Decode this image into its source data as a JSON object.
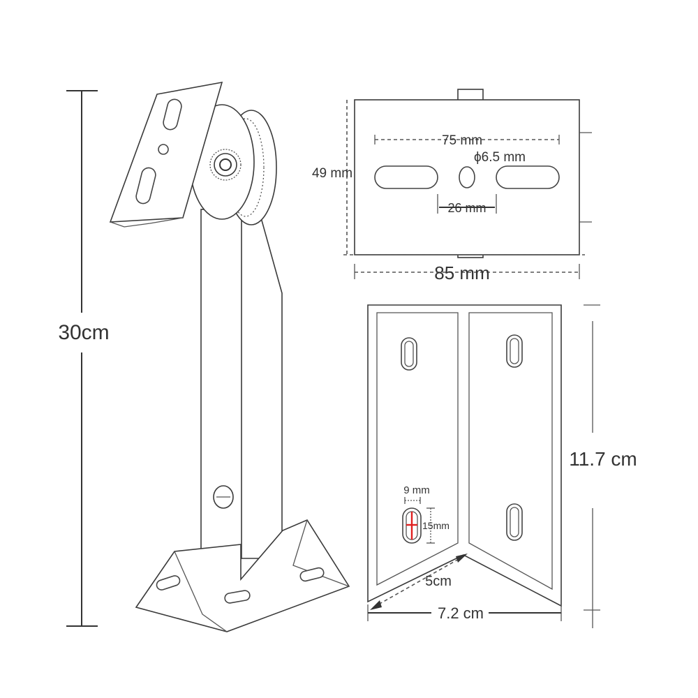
{
  "dimensions": {
    "total_height": "30cm",
    "plate_slot_span": "75 mm",
    "plate_hole": "ϕ6.5 mm",
    "plate_height": "49 mm",
    "plate_slot_gap": "26 mm",
    "plate_width": "85 mm",
    "base_height": "11.7 cm",
    "base_slot_width": "9 mm",
    "base_slot_length": "15mm",
    "base_flange": "5cm",
    "base_width": "7.2 cm"
  },
  "colors": {
    "outline": "#333333",
    "slot_highlight": "#e02020"
  }
}
